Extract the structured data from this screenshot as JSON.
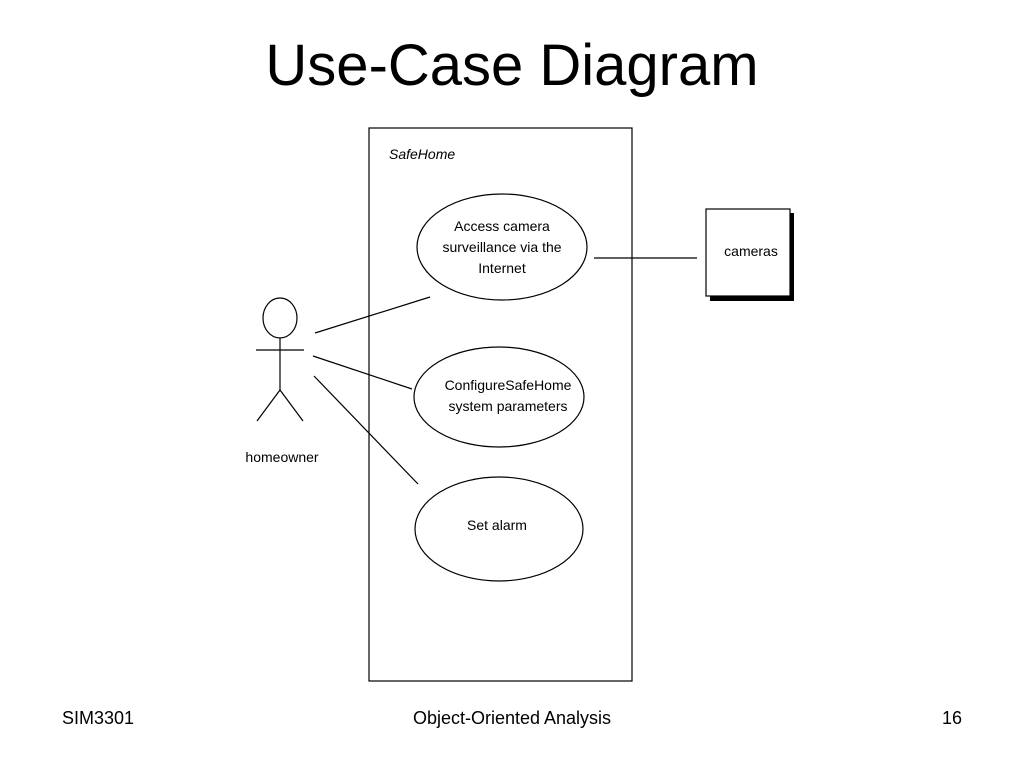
{
  "slide": {
    "title": "Use-Case Diagram"
  },
  "diagram": {
    "system_name": "SafeHome",
    "actor": {
      "name": "homeowner"
    },
    "external_actor": {
      "name": "cameras"
    },
    "use_cases": [
      {
        "lines": [
          "Access camera",
          "surveillance via the",
          "Internet"
        ]
      },
      {
        "lines": [
          "ConfigureSafeHome",
          "system parameters"
        ]
      },
      {
        "lines": [
          "Set alarm"
        ]
      }
    ]
  },
  "footer": {
    "left": "SIM3301",
    "center": "Object-Oriented Analysis",
    "page_number": "16"
  }
}
